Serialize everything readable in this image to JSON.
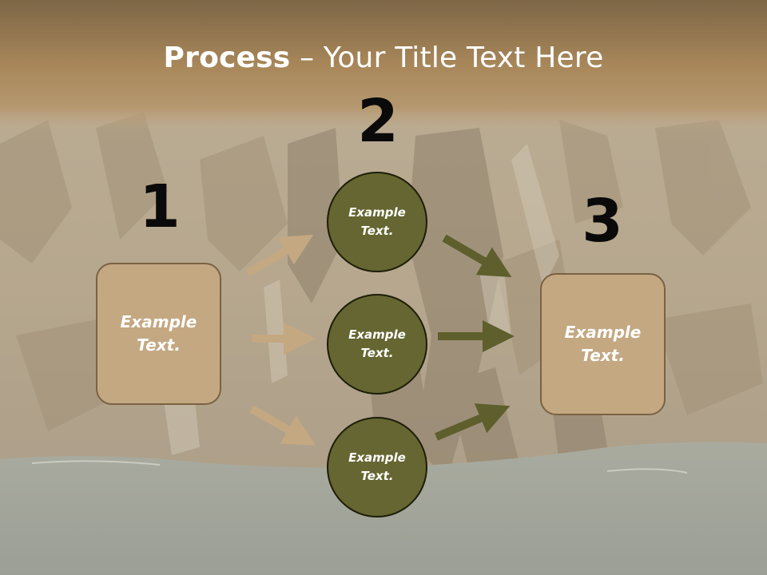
{
  "title": {
    "bold": "Process",
    "rest": " – Your Title Text Here"
  },
  "steps": [
    {
      "number": "1",
      "label": "Example Text."
    },
    {
      "number": "2",
      "labels": [
        "Example Text.",
        "Example Text.",
        "Example Text."
      ]
    },
    {
      "number": "3",
      "label": "Example Text."
    }
  ],
  "colors": {
    "box_fill": "#c4a882",
    "box_border": "#7a6243",
    "circle_fill": "#656631",
    "circle_border": "#1d1d08",
    "arrow_tan": "#c4a882",
    "arrow_olive": "#5e5f2c",
    "title_band": "#a88658"
  }
}
